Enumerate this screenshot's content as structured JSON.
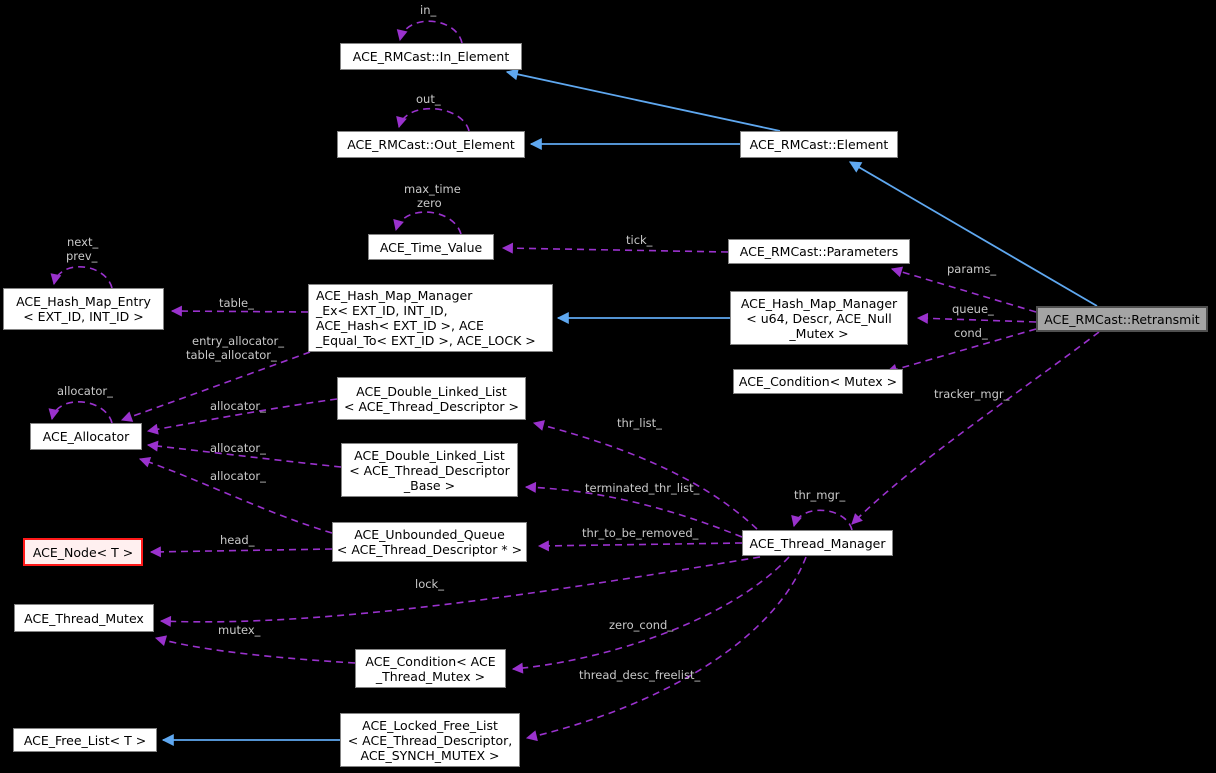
{
  "diagram_type": "doxygen-collaboration-graph",
  "colors": {
    "background": "#000000",
    "usage_edge": "#9a32cd",
    "inheritance_edge": "#5fa8f0",
    "node_fill": "#ffffff",
    "node_border": "#848484",
    "current_node_fill": "#a4a4a4",
    "truncated_node_border": "#ff1a1a",
    "edge_label_text": "#c9c9c9",
    "node_text": "#000000"
  },
  "nodes": {
    "in_element": {
      "lines": [
        "ACE_RMCast::In_Element"
      ]
    },
    "out_element": {
      "lines": [
        "ACE_RMCast::Out_Element"
      ]
    },
    "element": {
      "lines": [
        "ACE_RMCast::Element"
      ]
    },
    "time_value": {
      "lines": [
        "ACE_Time_Value"
      ]
    },
    "parameters": {
      "lines": [
        "ACE_RMCast::Parameters"
      ]
    },
    "hash_map_entry": {
      "lines": [
        "ACE_Hash_Map_Entry",
        "< EXT_ID, INT_ID >"
      ]
    },
    "hash_map_manager_ex": {
      "lines": [
        "ACE_Hash_Map_Manager",
        "_Ex< EXT_ID, INT_ID,",
        " ACE_Hash< EXT_ID >, ACE",
        "_Equal_To< EXT_ID >, ACE_LOCK >"
      ]
    },
    "hash_map_manager_u64": {
      "lines": [
        "ACE_Hash_Map_Manager",
        "< u64, Descr, ACE_Null",
        "_Mutex >"
      ]
    },
    "retransmit": {
      "lines": [
        "ACE_RMCast::Retransmit"
      ]
    },
    "condition_mutex": {
      "lines": [
        "ACE_Condition< Mutex >"
      ]
    },
    "dll_td": {
      "lines": [
        "ACE_Double_Linked_List",
        "< ACE_Thread_Descriptor >"
      ]
    },
    "allocator": {
      "lines": [
        "ACE_Allocator"
      ]
    },
    "dll_tdb": {
      "lines": [
        "ACE_Double_Linked_List",
        "< ACE_Thread_Descriptor",
        "_Base >"
      ]
    },
    "node_t": {
      "lines": [
        "ACE_Node< T >"
      ]
    },
    "unbounded_queue": {
      "lines": [
        "ACE_Unbounded_Queue",
        "< ACE_Thread_Descriptor * >"
      ]
    },
    "thread_manager": {
      "lines": [
        "ACE_Thread_Manager"
      ]
    },
    "thread_mutex": {
      "lines": [
        "ACE_Thread_Mutex"
      ]
    },
    "condition_thread_mutex": {
      "lines": [
        "ACE_Condition< ACE",
        "_Thread_Mutex >"
      ]
    },
    "locked_free_list": {
      "lines": [
        "ACE_Locked_Free_List",
        "< ACE_Thread_Descriptor,",
        "ACE_SYNCH_MUTEX >"
      ]
    },
    "free_list": {
      "lines": [
        "ACE_Free_List< T >"
      ]
    }
  },
  "edge_labels": [
    {
      "id": "in",
      "text": "in_"
    },
    {
      "id": "out",
      "text": "out_"
    },
    {
      "id": "max-time",
      "text": "max_time"
    },
    {
      "id": "zero",
      "text": "zero"
    },
    {
      "id": "next",
      "text": "next_"
    },
    {
      "id": "prev",
      "text": "prev_"
    },
    {
      "id": "tick",
      "text": "tick_"
    },
    {
      "id": "table",
      "text": "table_"
    },
    {
      "id": "entry-allocator",
      "text": "entry_allocator_"
    },
    {
      "id": "table-allocator",
      "text": "table_allocator_"
    },
    {
      "id": "allocator-self",
      "text": "allocator_"
    },
    {
      "id": "allocator-dll-td",
      "text": "allocator_"
    },
    {
      "id": "allocator-dll-tdb",
      "text": "allocator_"
    },
    {
      "id": "allocator-uq",
      "text": "allocator_"
    },
    {
      "id": "params",
      "text": "params_"
    },
    {
      "id": "queue",
      "text": "queue_"
    },
    {
      "id": "cond",
      "text": "cond_"
    },
    {
      "id": "tracker-mgr",
      "text": "tracker_mgr_"
    },
    {
      "id": "thr-list",
      "text": "thr_list_"
    },
    {
      "id": "terminated-thr-list",
      "text": "terminated_thr_list_"
    },
    {
      "id": "thr-to-be-removed",
      "text": "thr_to_be_removed_"
    },
    {
      "id": "thr-mgr",
      "text": "thr_mgr_"
    },
    {
      "id": "head",
      "text": "head_"
    },
    {
      "id": "lock",
      "text": "lock_"
    },
    {
      "id": "mutex",
      "text": "mutex_"
    },
    {
      "id": "zero-cond",
      "text": "zero_cond_"
    },
    {
      "id": "thread-desc-freelist",
      "text": "thread_desc_freelist_"
    }
  ]
}
